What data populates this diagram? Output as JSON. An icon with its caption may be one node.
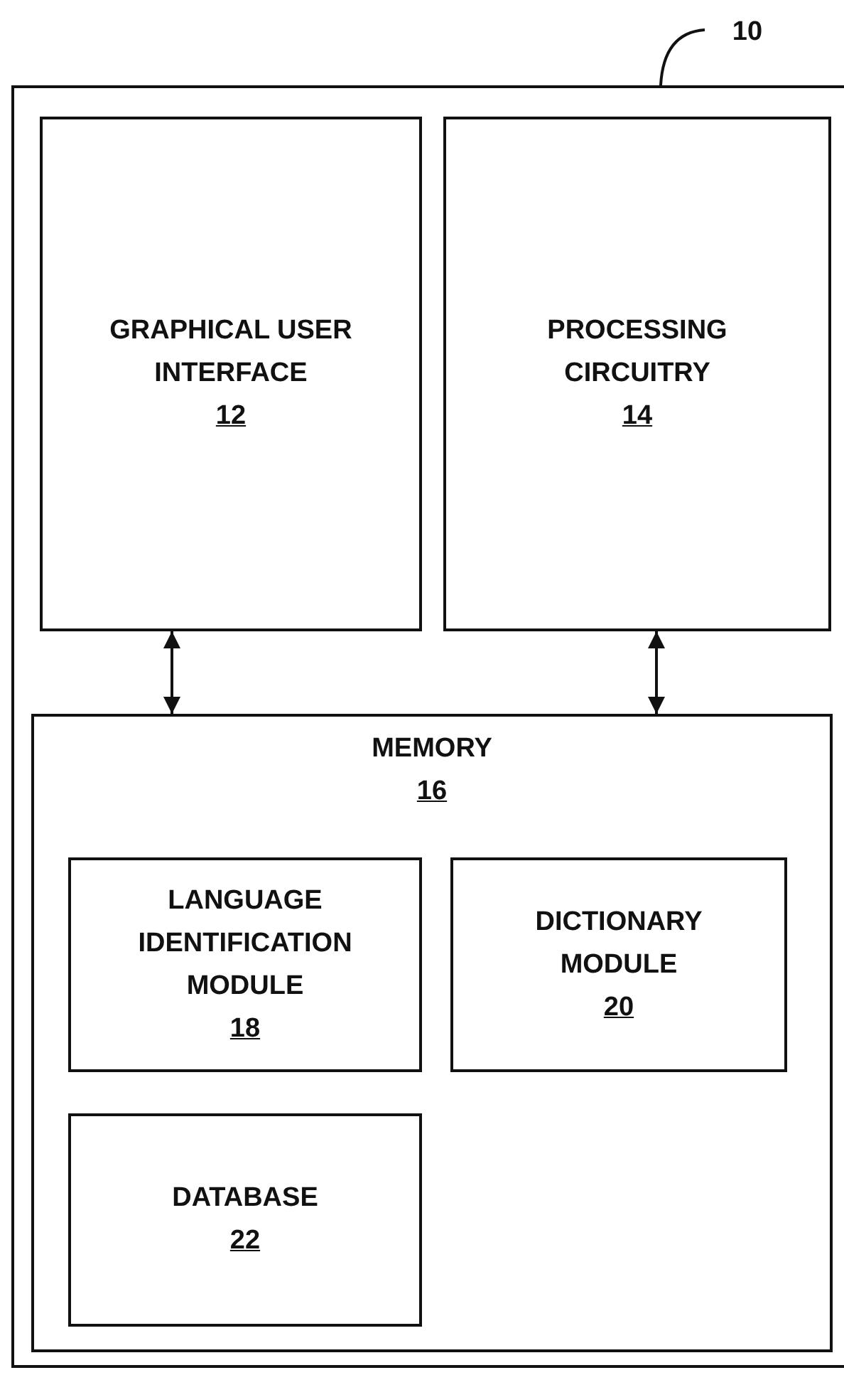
{
  "diagram": {
    "nodes": [
      {
        "text": [],
        "shape": "box"
      },
      {
        "text": [
          "10"
        ]
      },
      {
        "text": [
          "GRAPHICAL USER INTERFACE",
          "12"
        ],
        "in": 0
      },
      {
        "text": [
          "PROCESSING CIRCUITRY",
          "14"
        ],
        "in": 0
      },
      {
        "text": [
          "MEMORY",
          "16"
        ],
        "in": 0
      },
      {
        "text": [
          "LANGUAGE IDENTIFICATION MODULE",
          "18"
        ],
        "in": 4
      },
      {
        "text": [
          "DICTIONARY MODULE",
          "20"
        ],
        "in": 4
      },
      {
        "text": [
          "DATABASE",
          "22"
        ],
        "in": 4
      }
    ],
    "edges": [
      {
        "from": 1,
        "to": 0,
        "arrow": "none"
      },
      {
        "from": 2,
        "to": 4,
        "arrow": "both"
      },
      {
        "from": 3,
        "to": 4,
        "arrow": "both"
      }
    ]
  }
}
